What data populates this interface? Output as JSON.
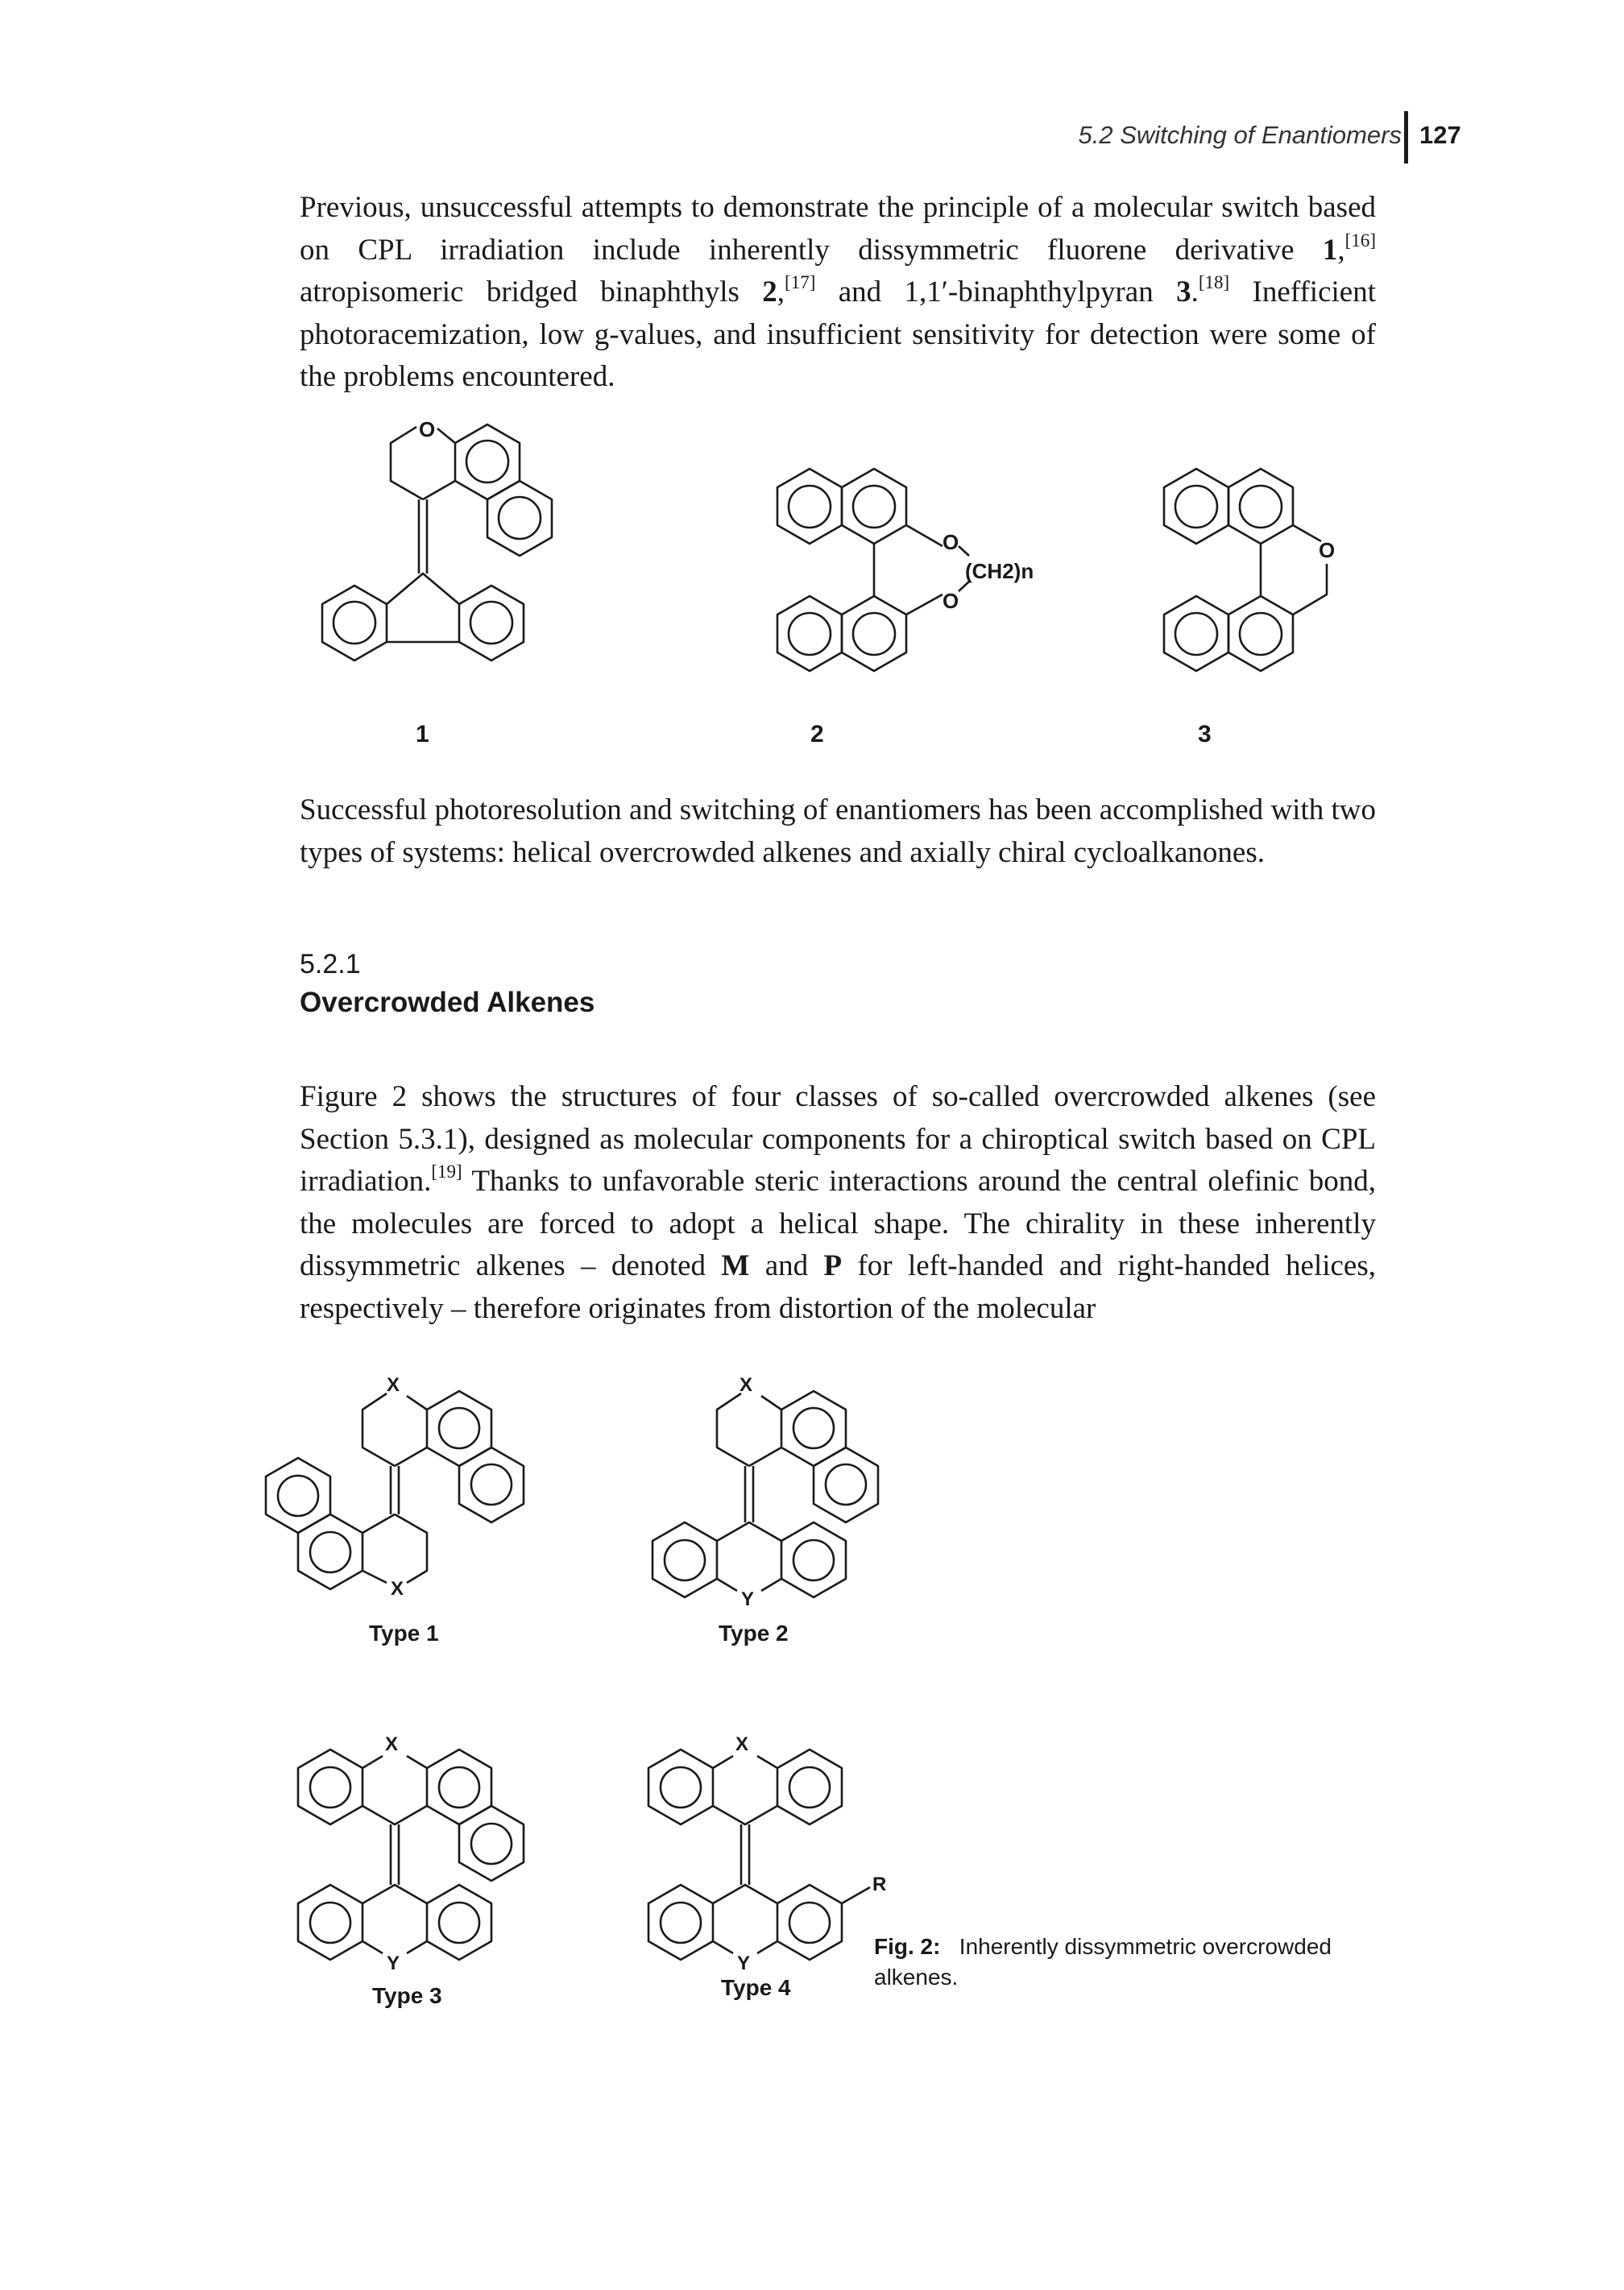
{
  "header": {
    "running_title": "5.2 Switching of Enantiomers",
    "page_number": "127"
  },
  "para1": {
    "t1": "Previous, unsuccessful attempts to demonstrate the principle of a molecular switch based on CPL irradiation include inherently dissymmetric fluorene derivative ",
    "c1": "1",
    "r1": "[16]",
    "t2": " atropisomeric bridged binaphthyls ",
    "c2": "2",
    "r2": "[17]",
    "t3": " and 1,1′-binaphthylpyran ",
    "c3": "3",
    "r3": "[18]",
    "t4": " Inefficient photoracemization, low g-values, and insufficient sensitivity for detection were some of the problems encountered."
  },
  "figure1": {
    "labels": [
      "1",
      "2",
      "3"
    ],
    "atoms": {
      "o": "O",
      "ch2n": "(CH2)n"
    }
  },
  "para2": {
    "text": "Successful photoresolution and switching of enantiomers has been accomplished with two types of systems: helical overcrowded alkenes and axially chiral cycloalkanones."
  },
  "section": {
    "number": "5.2.1",
    "title": "Overcrowded Alkenes"
  },
  "para3": {
    "t1": "Figure 2 shows the structures of four classes of so-called overcrowded alkenes (see Section 5.3.1), designed as molecular components for a chiroptical switch based on CPL irradiation.",
    "r1": "[19]",
    "t2": " Thanks to unfavorable steric interactions around the central olefinic bond, the molecules are forced to adopt a helical shape. The chirality in these inherently dissymmetric alkenes – denoted ",
    "m": "M",
    "t3": " and ",
    "p": "P",
    "t4": " for left-handed and right-handed helices, respectively – therefore originates from distortion of the molecular"
  },
  "figure2": {
    "types": [
      "Type 1",
      "Type 2",
      "Type 3",
      "Type 4"
    ],
    "atoms": {
      "x": "X",
      "y": "Y",
      "r": "R"
    },
    "caption_label": "Fig. 2:",
    "caption_text": "Inherently dissymmetric overcrowded alkenes."
  }
}
